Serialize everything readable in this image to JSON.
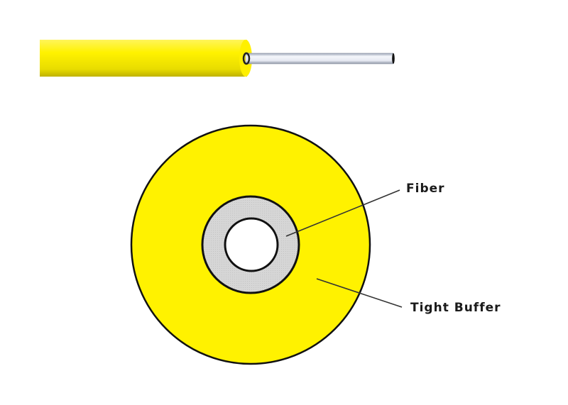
{
  "diagram": {
    "type": "tight-buffered optical fiber cross-section",
    "colors": {
      "buffer": "#FFF200",
      "buffer_shade": "#E6D800",
      "fiber_ring": "#D3D3D3",
      "core": "#FFFFFF",
      "outline": "#111111",
      "leader": "#333333"
    },
    "labels": {
      "fiber": "Fiber",
      "tight_buffer": "Tight Buffer"
    }
  }
}
